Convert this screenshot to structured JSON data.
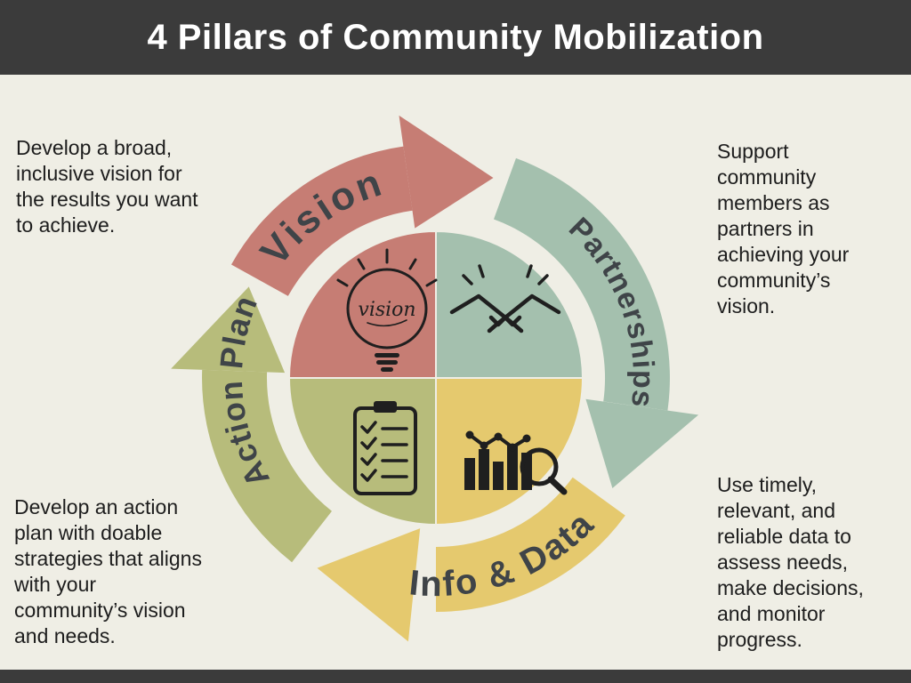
{
  "header": {
    "title": "4 Pillars of Community Mobilization"
  },
  "colors": {
    "background": "#efeee5",
    "bar_dark": "#3b3b3b",
    "header_text": "#ffffff",
    "vision": "#c67d74",
    "partnerships": "#a4c0ae",
    "info_data": "#e5c96e",
    "action_plan": "#b7bc7b",
    "label_text": "#3f4448",
    "body_text": "#1d1d1d",
    "icon_ink": "#1f1f1f"
  },
  "pillars": [
    {
      "id": "vision",
      "label": "Vision",
      "icon": "lightbulb-vision-icon",
      "description": "Develop a broad, inclusive vision for the results you want to achieve."
    },
    {
      "id": "partnerships",
      "label": "Partnerships",
      "icon": "handshake-icon",
      "description": "Support community members as partners in achieving your community’s vision."
    },
    {
      "id": "info-data",
      "label": "Info & Data",
      "icon": "bar-chart-magnifier-icon",
      "description": "Use timely, relevant, and reliable data to assess needs, make decisions, and monitor progress."
    },
    {
      "id": "action-plan",
      "label": "Action Plan",
      "icon": "clipboard-checklist-icon",
      "description": "Develop an action plan with doable strategies that aligns with your community’s vision and needs."
    }
  ],
  "icons": {
    "bulb_text": "vision"
  }
}
